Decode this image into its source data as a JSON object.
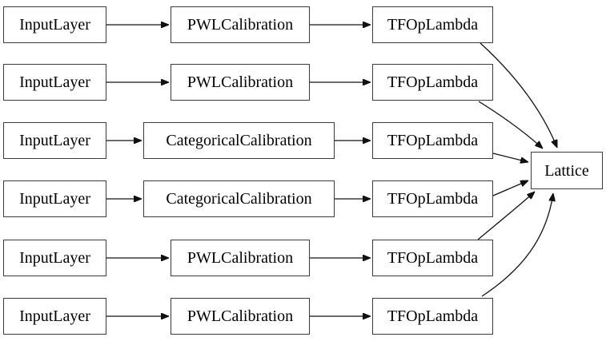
{
  "diagram": {
    "type": "model-graph",
    "colors": {
      "background": "#ffffff",
      "node_fill": "#ffffff",
      "node_border": "#3b3b3b",
      "edge": "#111111",
      "text": "#000000"
    },
    "rows": [
      {
        "input": "InputLayer",
        "calib": "PWLCalibration",
        "lambda": "TFOpLambda"
      },
      {
        "input": "InputLayer",
        "calib": "PWLCalibration",
        "lambda": "TFOpLambda"
      },
      {
        "input": "InputLayer",
        "calib": "CategoricalCalibration",
        "lambda": "TFOpLambda"
      },
      {
        "input": "InputLayer",
        "calib": "CategoricalCalibration",
        "lambda": "TFOpLambda"
      },
      {
        "input": "InputLayer",
        "calib": "PWLCalibration",
        "lambda": "TFOpLambda"
      },
      {
        "input": "InputLayer",
        "calib": "PWLCalibration",
        "lambda": "TFOpLambda"
      }
    ],
    "lattice": {
      "label": "Lattice"
    },
    "edges": [
      {
        "from": "row1.input",
        "to": "row1.calib"
      },
      {
        "from": "row1.calib",
        "to": "row1.lambda"
      },
      {
        "from": "row2.input",
        "to": "row2.calib"
      },
      {
        "from": "row2.calib",
        "to": "row2.lambda"
      },
      {
        "from": "row3.input",
        "to": "row3.calib"
      },
      {
        "from": "row3.calib",
        "to": "row3.lambda"
      },
      {
        "from": "row4.input",
        "to": "row4.calib"
      },
      {
        "from": "row4.calib",
        "to": "row4.lambda"
      },
      {
        "from": "row5.input",
        "to": "row5.calib"
      },
      {
        "from": "row5.calib",
        "to": "row5.lambda"
      },
      {
        "from": "row6.input",
        "to": "row6.calib"
      },
      {
        "from": "row6.calib",
        "to": "row6.lambda"
      },
      {
        "from": "row1.lambda",
        "to": "lattice"
      },
      {
        "from": "row2.lambda",
        "to": "lattice"
      },
      {
        "from": "row3.lambda",
        "to": "lattice"
      },
      {
        "from": "row4.lambda",
        "to": "lattice"
      },
      {
        "from": "row5.lambda",
        "to": "lattice"
      },
      {
        "from": "row6.lambda",
        "to": "lattice"
      }
    ]
  }
}
